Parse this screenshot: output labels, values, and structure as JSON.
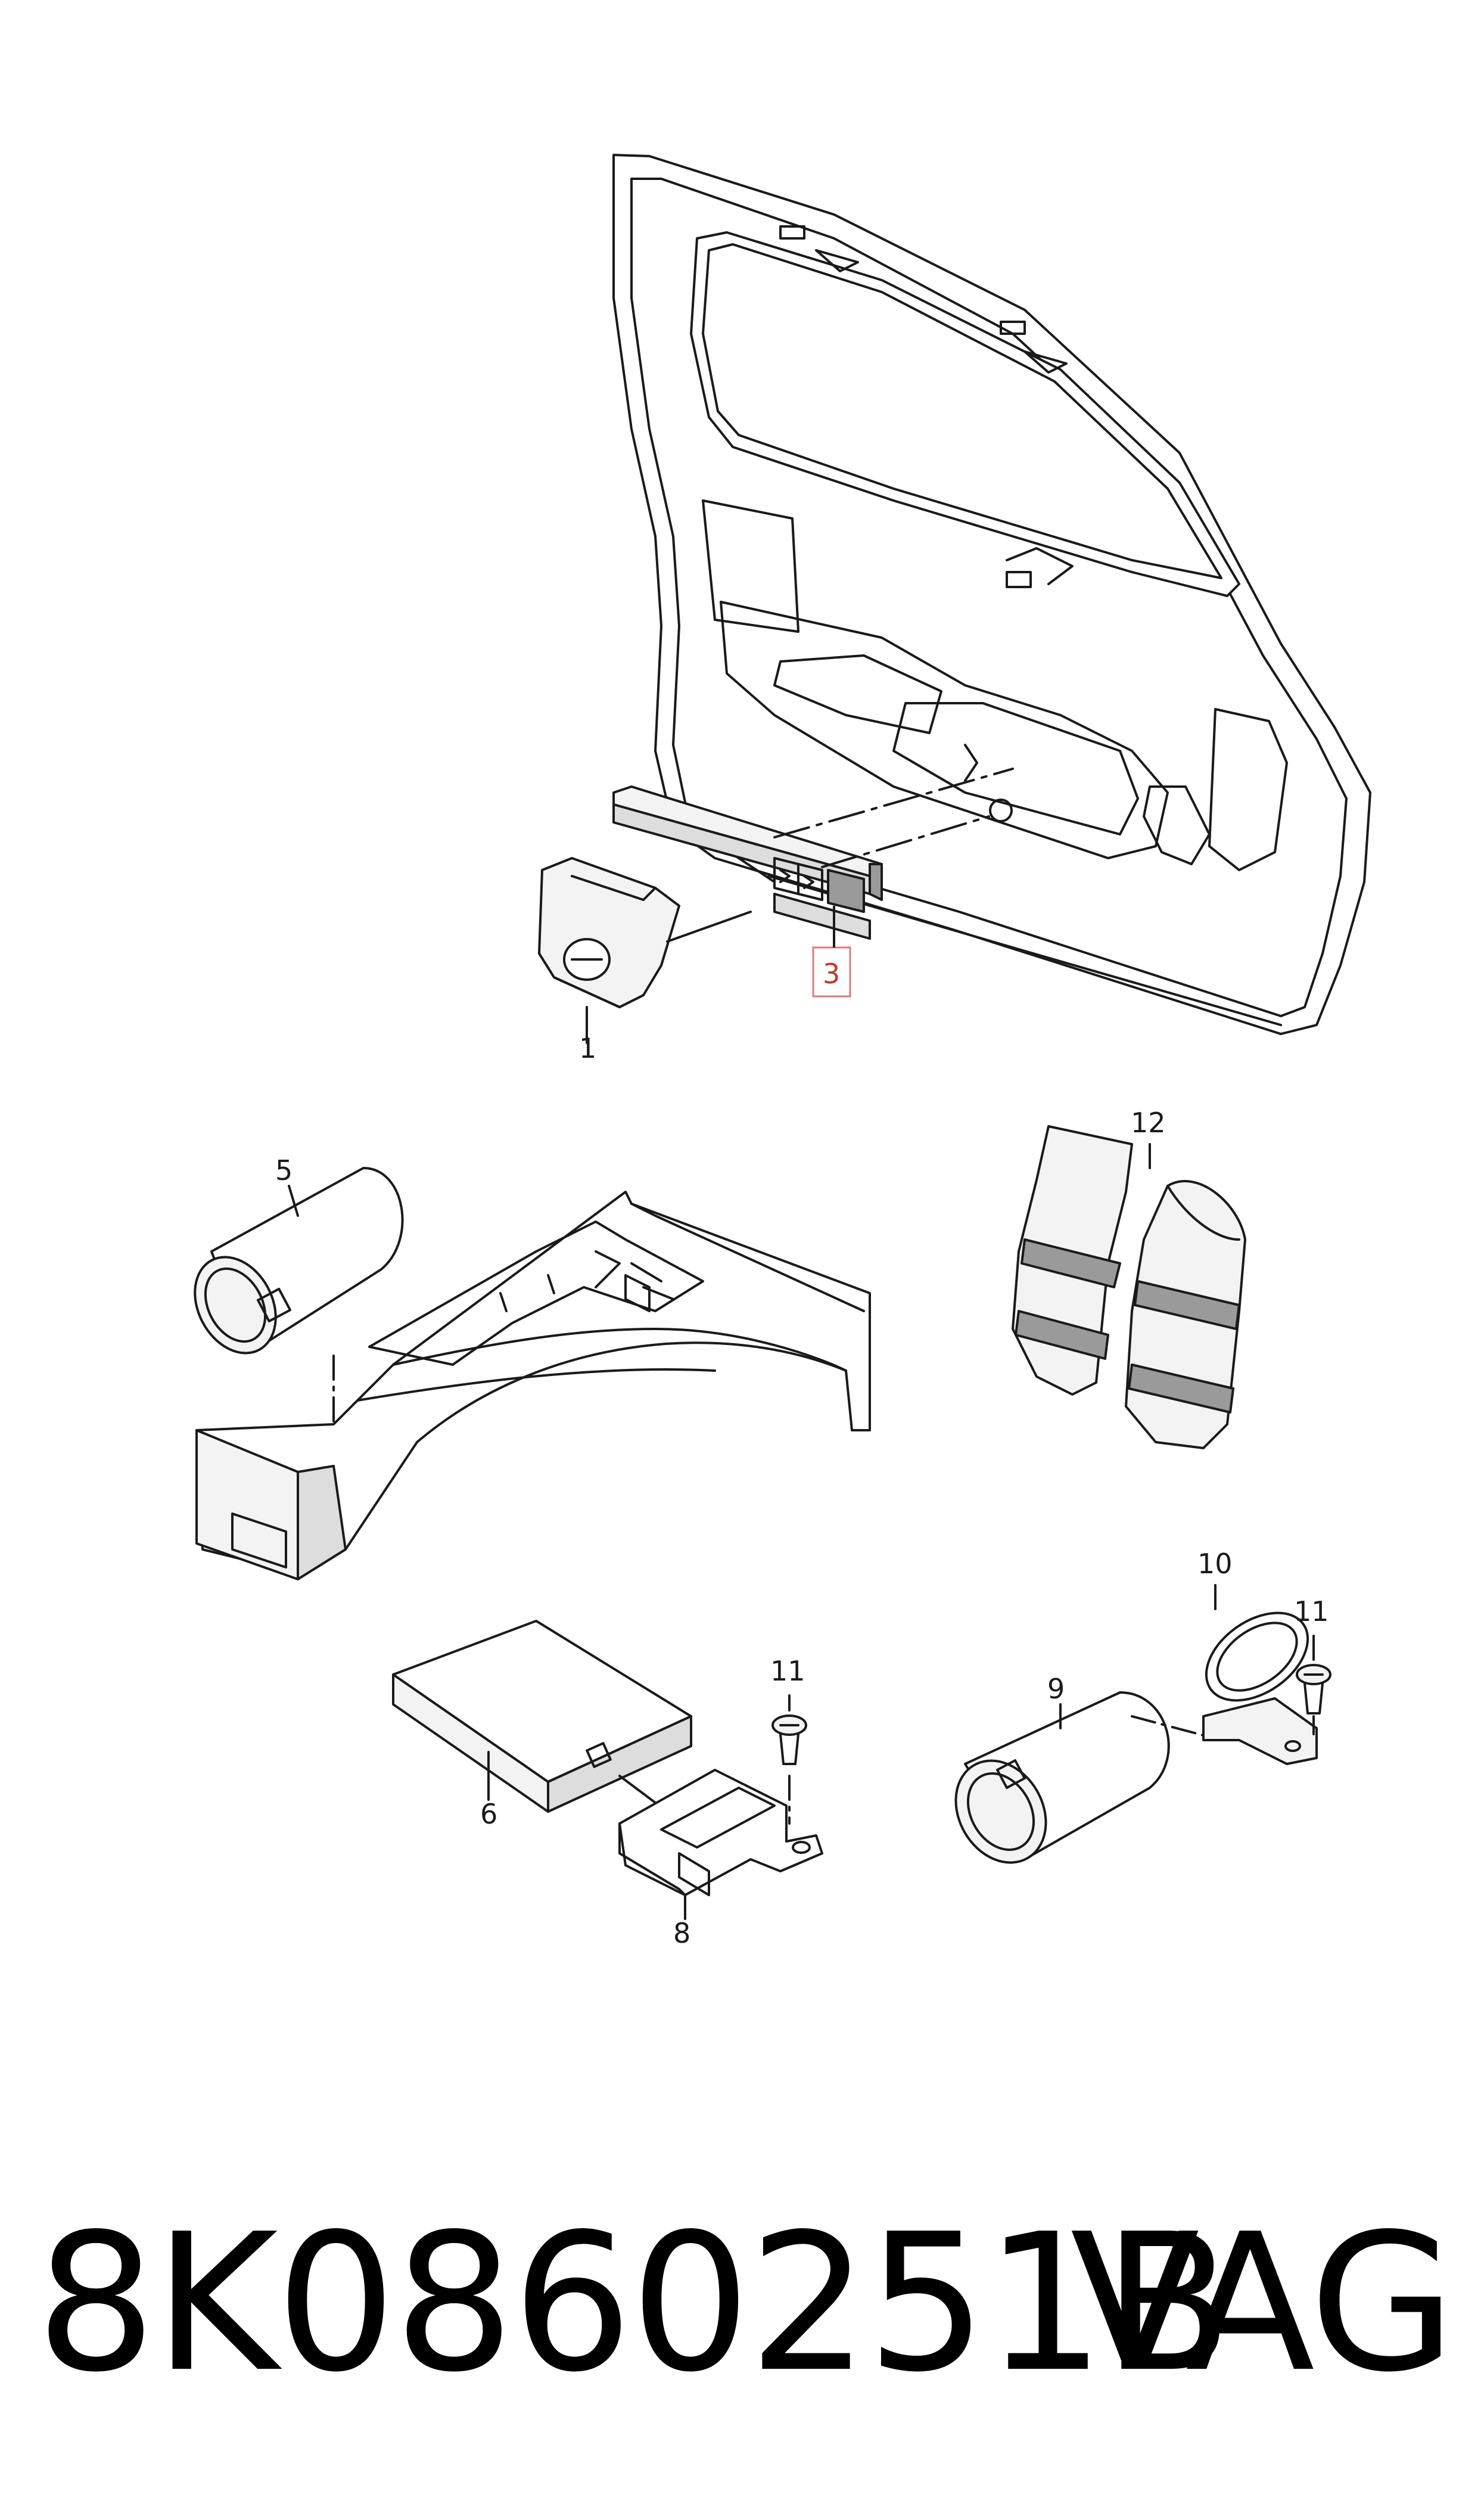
{
  "part_labels": {
    "p1": "1",
    "p3": "3",
    "p5": "5",
    "p6": "6",
    "p8": "8",
    "p9": "9",
    "p10": "10",
    "p11a": "11",
    "p11b": "11",
    "p12": "12"
  },
  "highlighted_part": "3",
  "footer": {
    "part_number": "8K0860251B",
    "brand": "VAG"
  },
  "colors": {
    "line": "#1a1a1a",
    "fill_light": "#f3f3f3",
    "fill_mid": "#dddddd",
    "fill_dark": "#9a9a9a",
    "highlight": "#e07a7a"
  }
}
